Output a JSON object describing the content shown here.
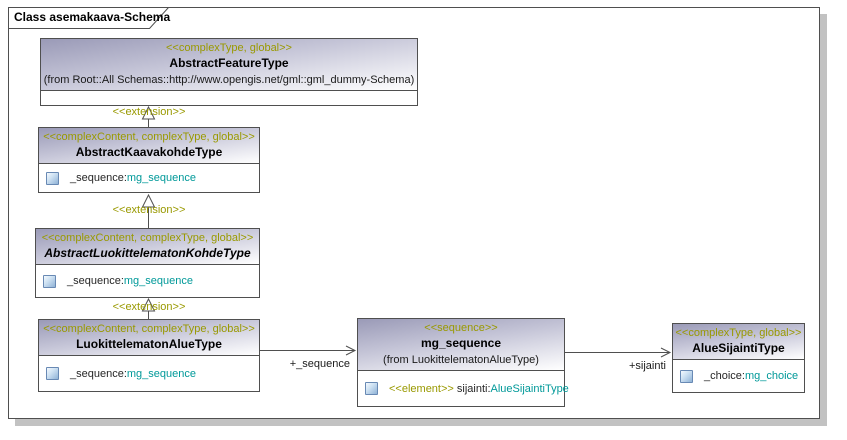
{
  "window": {
    "title": "Class asemakaava-Schema"
  },
  "classes": {
    "abstract_feature_type": {
      "stereotype": "<<complexType, global>>",
      "name": "AbstractFeatureType",
      "from": "(from Root::All Schemas::http://www.opengis.net/gml::gml_dummy-Schema)"
    },
    "abstract_kaavakohde_type": {
      "stereotype": "<<complexContent, complexType, global>>",
      "name": "AbstractKaavakohdeType",
      "attribute": {
        "name": "_sequence:",
        "type": "mg_sequence"
      }
    },
    "abstract_luokittelematon_kohde_type": {
      "stereotype": "<<complexContent, complexType, global>>",
      "name": "AbstractLuokittelematonKohdeType",
      "attribute": {
        "name": "_sequence:",
        "type": "mg_sequence"
      }
    },
    "luokittelematon_alue_type": {
      "stereotype": "<<complexContent, complexType, global>>",
      "name": "LuokittelematonAlueType",
      "attribute": {
        "name": "_sequence:",
        "type": "mg_sequence"
      }
    },
    "mg_sequence": {
      "stereotype": "<<sequence>>",
      "name": "mg_sequence",
      "from": "(from LuokittelematonAlueType)",
      "attribute": {
        "stereotype": "<<element>>",
        "name": "sijainti:",
        "type": "AlueSijaintiType"
      }
    },
    "alue_sijainti_type": {
      "stereotype": "<<complexType, global>>",
      "name": "AlueSijaintiType",
      "attribute": {
        "name": "_choice:",
        "type": "mg_choice"
      }
    }
  },
  "edge_labels": {
    "extension": "<<extension>>",
    "sequence_role": "+_sequence",
    "sijainti_role": "+sijainti"
  },
  "colors": {
    "stereotype_text": "#999900",
    "type_reference_text": "#009999",
    "header_gradient_top": "#9a9ab7",
    "box_border": "#4f4f4f",
    "frame_shadow": "#c2c2c2"
  }
}
